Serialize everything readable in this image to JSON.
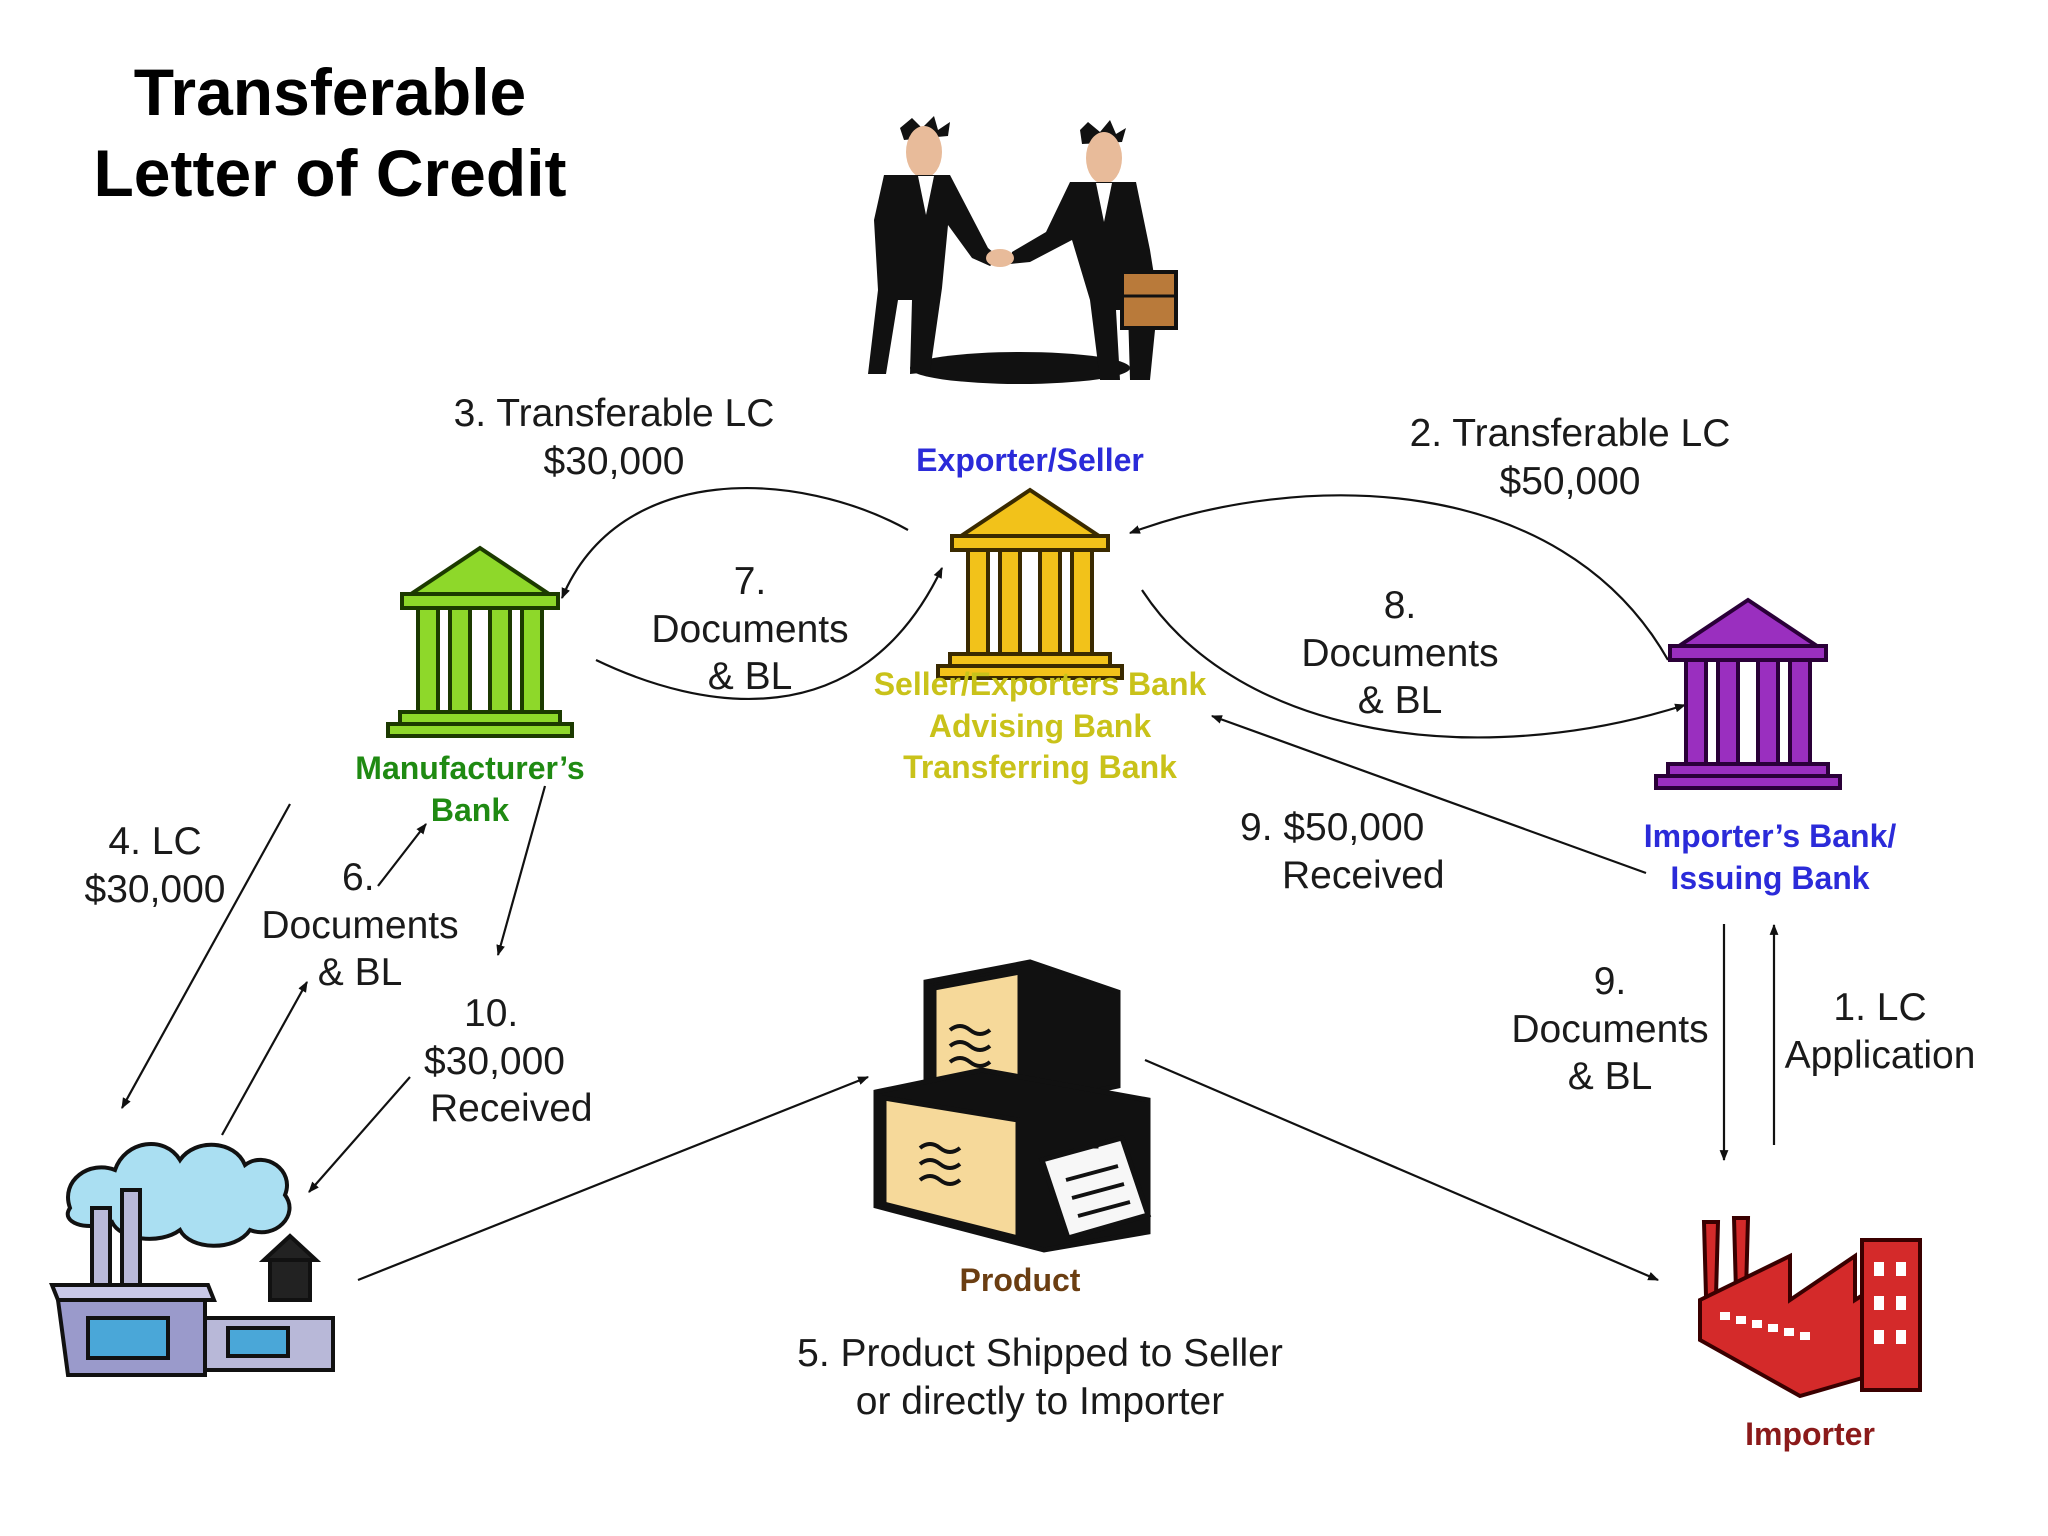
{
  "title": {
    "line1": "Transferable",
    "line2": "Letter of Credit"
  },
  "entities": {
    "exporter": {
      "label": "Exporter/Seller",
      "color": "#2b2bd9"
    },
    "advising_bank": {
      "line1": "Seller/Exporters Bank",
      "line2": "Advising Bank",
      "line3": "Transferring Bank",
      "color": "#c9c21a"
    },
    "manufacturers_bank": {
      "line1": "Manufacturer’s",
      "line2": "Bank",
      "color": "#1f8a12"
    },
    "issuing_bank": {
      "line1": "Importer’s Bank/",
      "line2": "Issuing Bank",
      "color": "#2b2bd9"
    },
    "product": {
      "label": "Product",
      "color": "#6b3e12"
    },
    "importer": {
      "label": "Importer",
      "color": "#8b1a1a"
    }
  },
  "steps": {
    "s1": {
      "line1": "1. LC",
      "line2": "Application"
    },
    "s2": {
      "line1": "2. Transferable LC",
      "line2": "$50,000"
    },
    "s3": {
      "line1": "3. Transferable LC",
      "line2": "$30,000"
    },
    "s4": {
      "line1": "4. LC",
      "line2": "$30,000"
    },
    "s5": {
      "line1": "5. Product Shipped to Seller",
      "line2": "or directly to Importer"
    },
    "s6": {
      "line1": "6.",
      "line2": "Documents",
      "line3": "& BL"
    },
    "s7": {
      "line1": "7.",
      "line2": "Documents",
      "line3": "& BL"
    },
    "s8": {
      "line1": "8.",
      "line2": "Documents",
      "line3": "& BL"
    },
    "s9a": {
      "line1": "9. $50,000",
      "line2": "Received"
    },
    "s9b": {
      "line1": "9.",
      "line2": "Documents",
      "line3": "& BL"
    },
    "s10": {
      "line1": "10.",
      "line2": "$30,000",
      "line3": "Received"
    }
  }
}
